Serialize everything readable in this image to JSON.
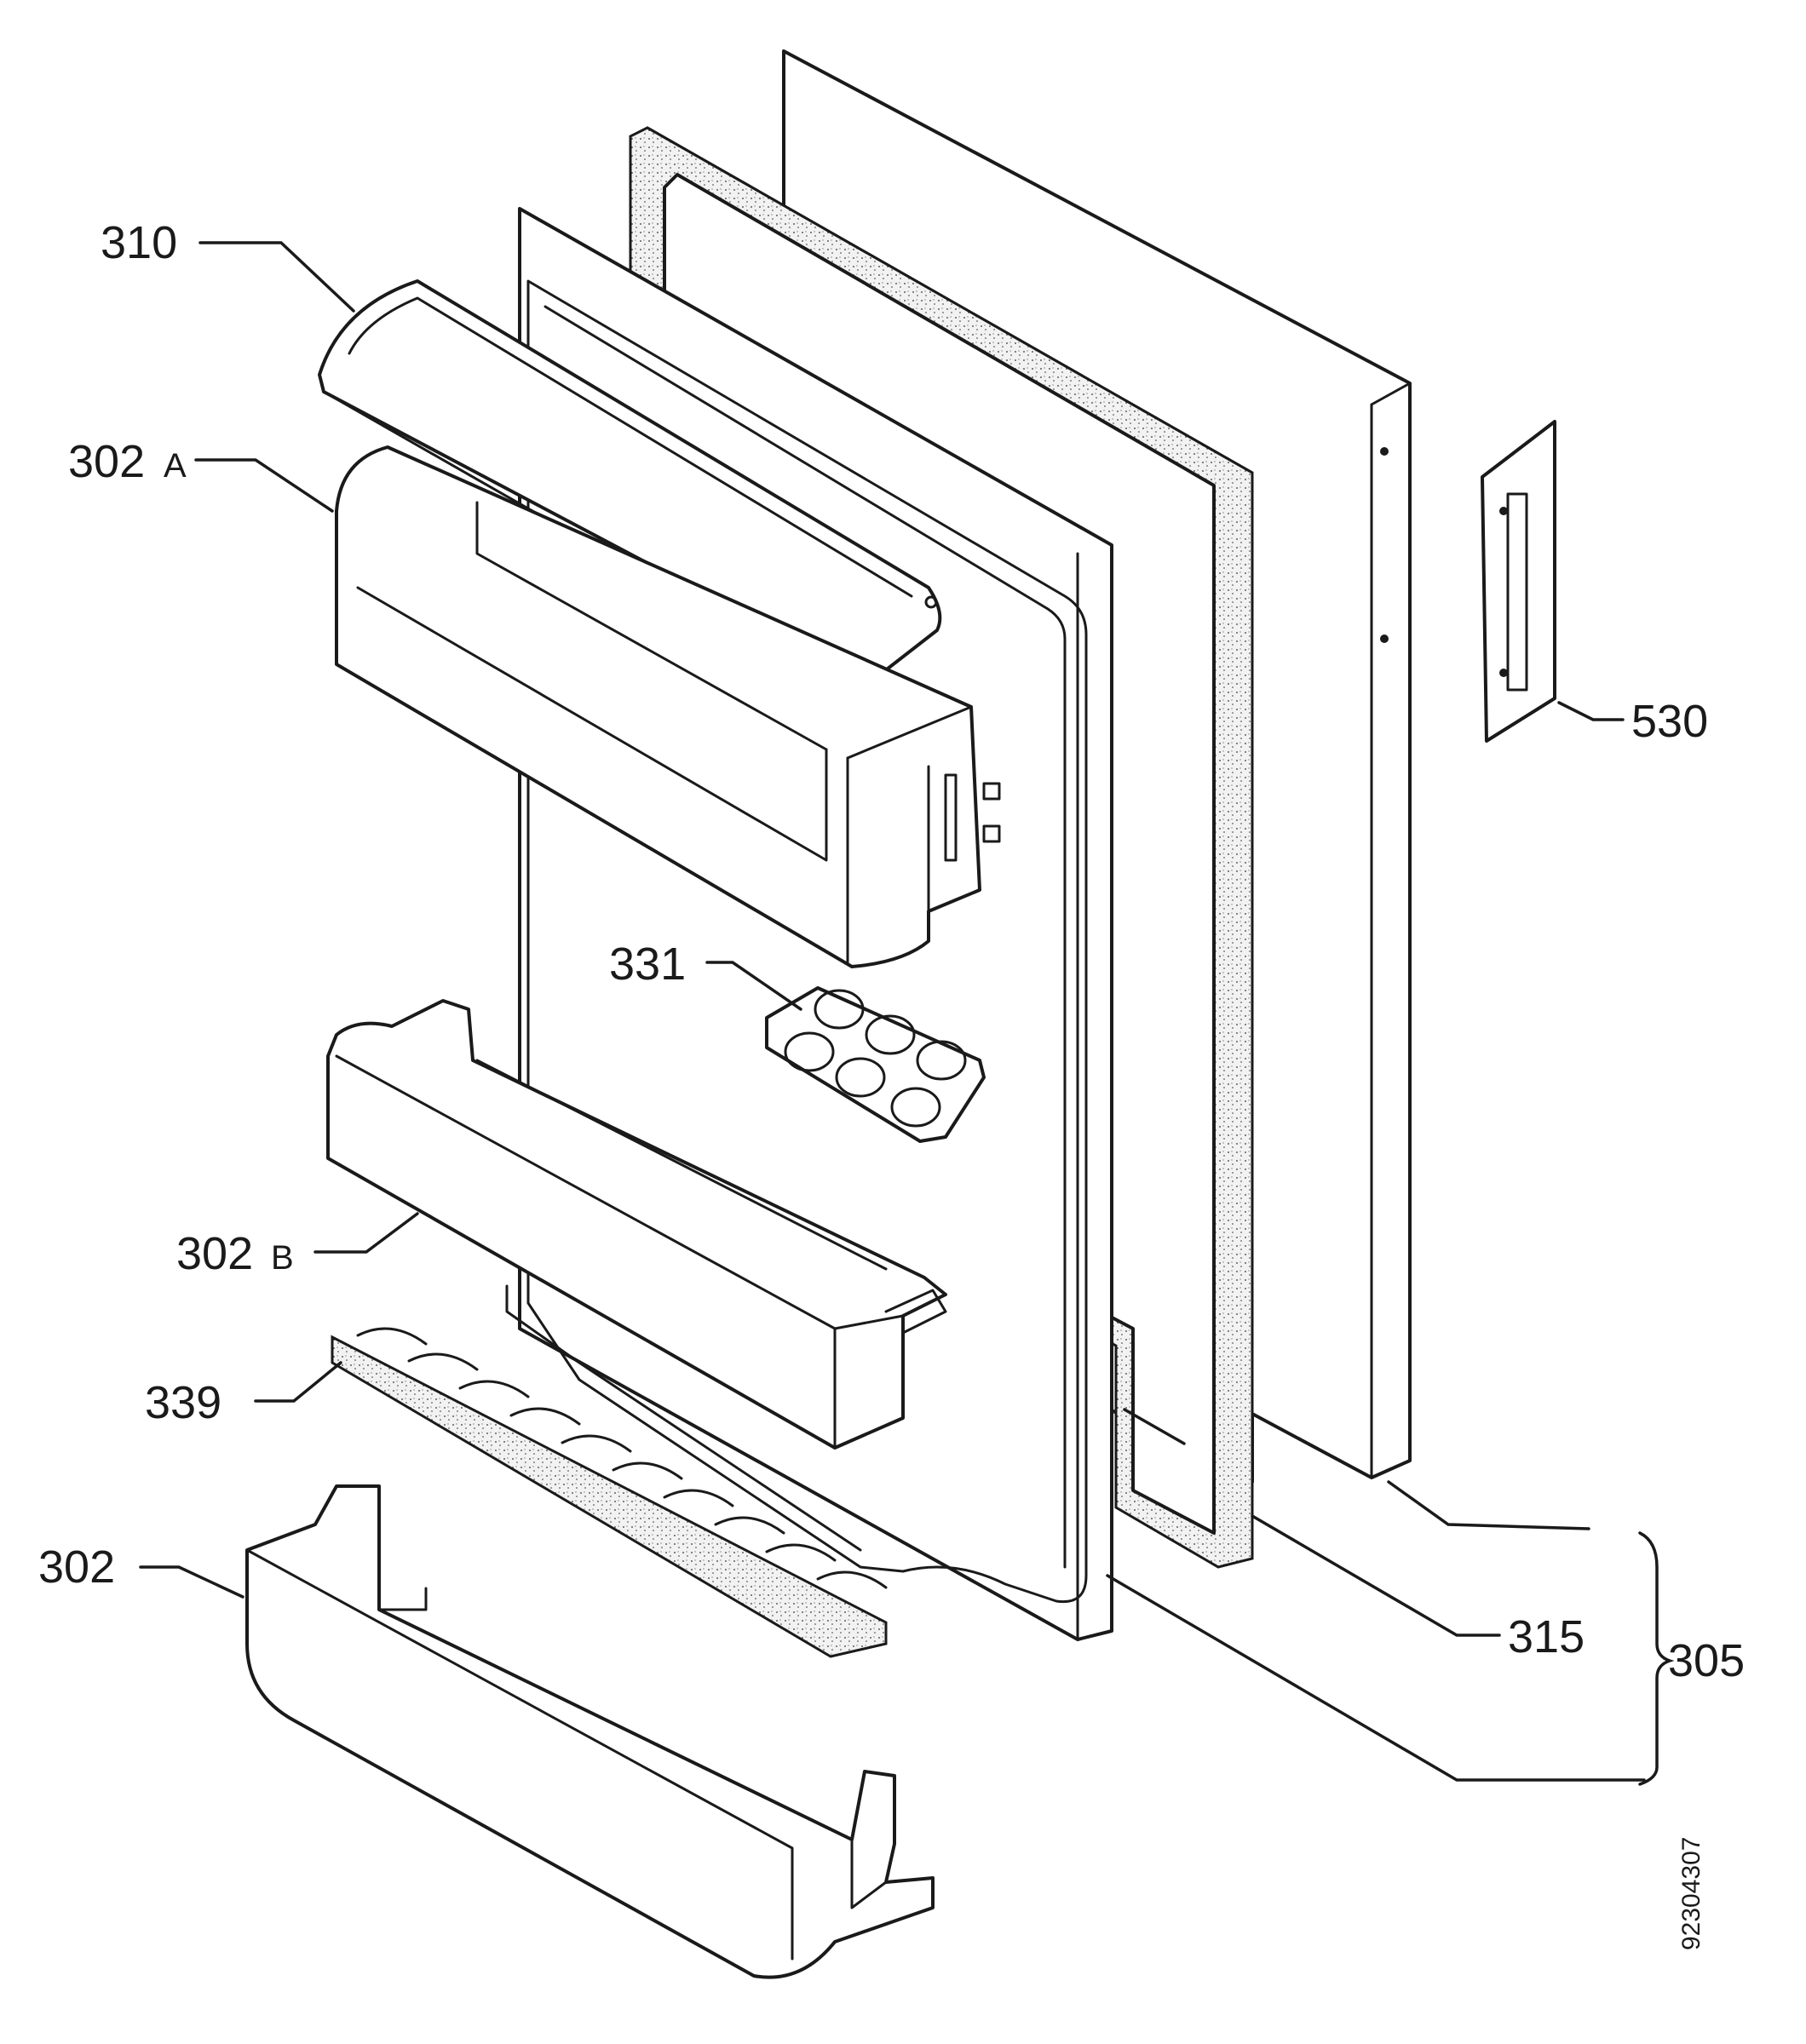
{
  "labels": {
    "l310": "310",
    "l302a_num": "302",
    "l302a_suffix": "A",
    "l331": "331",
    "l302b_num": "302",
    "l302b_suffix": "B",
    "l339": "339",
    "l302": "302",
    "l530": "530",
    "l315": "315",
    "l305": "305"
  },
  "drawing_code": "92304307"
}
